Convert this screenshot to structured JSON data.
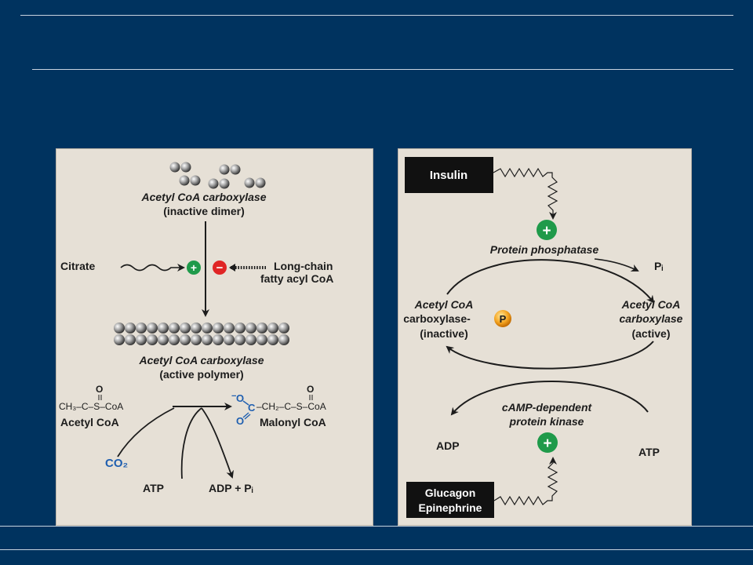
{
  "left_panel": {
    "inactive_label_1": "Acetyl CoA carboxylase",
    "inactive_label_2": "(inactive dimer)",
    "activator": "Citrate",
    "plus_sign": "+",
    "minus_sign": "−",
    "inhibitor_1": "Long-chain",
    "inhibitor_2": "fatty acyl CoA",
    "active_label_1": "Acetyl CoA carboxylase",
    "active_label_2": "(active polymer)",
    "acetyl_formula": "CH₃–C–S–CoA",
    "acetyl_name": "Acetyl CoA",
    "malonyl_formula": "–CH₂–C–S–CoA",
    "malonyl_name": "Malonyl CoA",
    "oxygen": "O",
    "carbon": "C",
    "minus_charge": "−",
    "co2": "CO₂",
    "atp": "ATP",
    "adp": "ADP + Pᵢ"
  },
  "right_panel": {
    "insulin": "Insulin",
    "plus_top": "+",
    "phosphatase": "Protein phosphatase",
    "pi": "Pᵢ",
    "inactive_1": "Acetyl CoA",
    "inactive_2": "carboxylase-",
    "inactive_3": "(inactive)",
    "phospho": "P",
    "active_1": "Acetyl CoA",
    "active_2": "carboxylase",
    "active_3": "(active)",
    "kinase_1": "cAMP-dependent",
    "kinase_2": "protein kinase",
    "adp": "ADP",
    "atp": "ATP",
    "plus_bottom": "+",
    "glucagon": "Glucagon",
    "epinephrine": "Epinephrine"
  }
}
